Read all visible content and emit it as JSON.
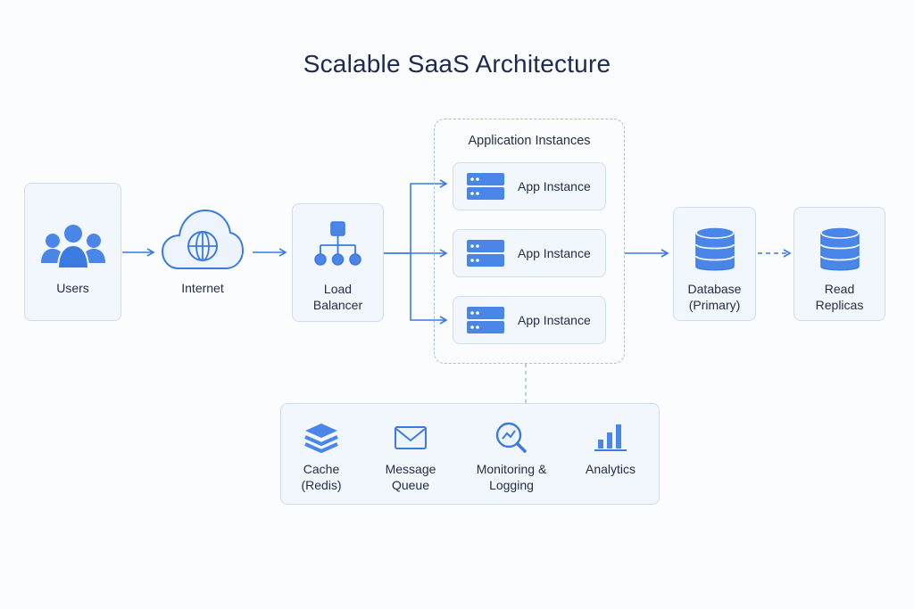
{
  "title": "Scalable SaaS Architecture",
  "nodes": {
    "users": "Users",
    "internet": "Internet",
    "load_balancer": [
      "Load",
      "Balancer"
    ],
    "database": [
      "Database",
      "(Primary)"
    ],
    "replicas": [
      "Read",
      "Replicas"
    ]
  },
  "app_group": {
    "title": "Application Instances",
    "instances": [
      "App Instance",
      "App Instance",
      "App Instance"
    ]
  },
  "services": [
    {
      "line1": "Cache",
      "line2": "(Redis)",
      "icon": "layers-icon"
    },
    {
      "line1": "Message",
      "line2": "Queue",
      "icon": "envelope-icon"
    },
    {
      "line1": "Monitoring &",
      "line2": "Logging",
      "icon": "magnifier-chart-icon"
    },
    {
      "line1": "Analytics",
      "line2": "",
      "icon": "bar-chart-icon"
    }
  ],
  "colors": {
    "accent": "#3b7ae0",
    "icon_fill": "#4a86e8",
    "node_bg": "#f2f6fd",
    "node_border": "#cddcf3",
    "dashed": "#9fc0ea"
  }
}
